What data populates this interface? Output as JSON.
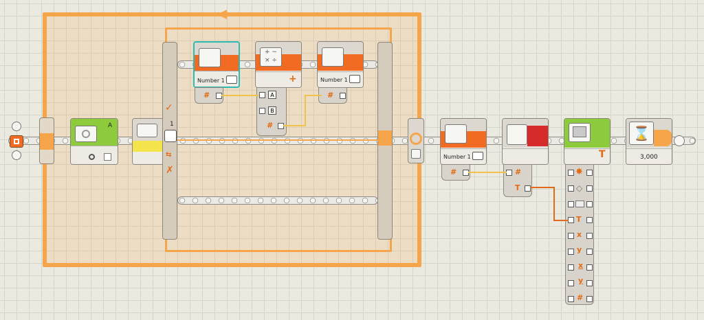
{
  "blocks": {
    "variable_read_1": {
      "label": "Number 1"
    },
    "math": {
      "label": "",
      "port_a": "A",
      "port_b": "B"
    },
    "variable_write_1": {
      "label": "Number 1"
    },
    "variable_read_2": {
      "label": "Number 1"
    },
    "motor": {
      "port": "A"
    },
    "switch": {
      "value": "1"
    },
    "wait": {
      "label": "3,000"
    }
  },
  "icons": [
    "start-icon",
    "briefcase-icon",
    "calculator-icon",
    "camera-icon",
    "sensor-icon",
    "loop-icon",
    "number-to-text-icon",
    "display-icon",
    "hourglass-icon"
  ],
  "colors": {
    "orange": "#f26b22",
    "loop": "#f7a54a",
    "green": "#8dcb3c",
    "yellow": "#f4e44b",
    "red": "#d72b2b",
    "wire_number": "#f0c24a",
    "wire_text": "#e2691b"
  },
  "glyphs": {
    "hash": "#",
    "text": "T",
    "check": "✓",
    "cross": "✗",
    "plus": "+",
    "x": "x",
    "y": "y"
  }
}
